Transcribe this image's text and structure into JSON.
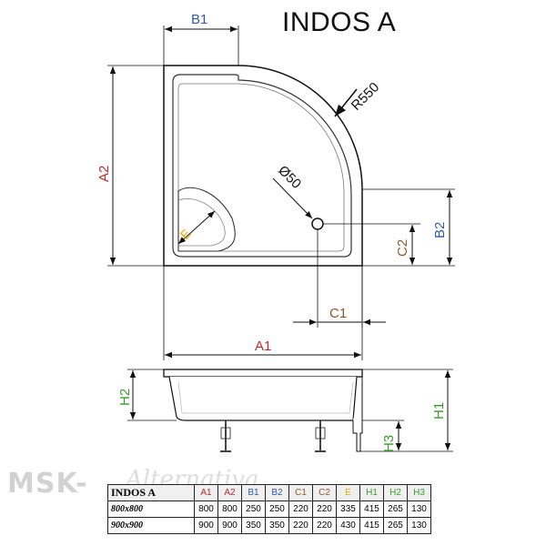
{
  "title": "INDOS A",
  "watermark": {
    "brand": "MSK-",
    "script": "Alternativa"
  },
  "labels": {
    "A1": "A1",
    "A2": "A2",
    "B1": "B1",
    "B2": "B2",
    "C1": "C1",
    "C2": "C2",
    "E": "E",
    "H1": "H1",
    "H2": "H2",
    "H3": "H3",
    "radius": "R550",
    "drain": "Ø50"
  },
  "colors": {
    "A": "#c0282d",
    "B": "#2e5aa8",
    "C": "#8b5a2b",
    "E": "#e8a800",
    "H": "#3a9a2a"
  },
  "table": {
    "headers": [
      "INDOS A",
      "A1",
      "A2",
      "B1",
      "B2",
      "C1",
      "C2",
      "E",
      "H1",
      "H2",
      "H3"
    ],
    "rows": [
      [
        "800x800",
        "800",
        "800",
        "250",
        "250",
        "220",
        "220",
        "335",
        "415",
        "265",
        "130"
      ],
      [
        "900x900",
        "900",
        "900",
        "350",
        "350",
        "220",
        "220",
        "430",
        "415",
        "265",
        "130"
      ]
    ]
  }
}
